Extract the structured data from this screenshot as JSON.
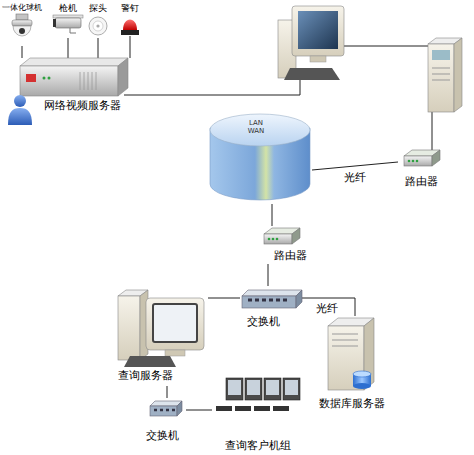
{
  "diagram": {
    "nodes": [
      {
        "text": [
          "一体化球机"
        ]
      },
      {
        "text": [
          "枪机"
        ]
      },
      {
        "text": [
          "探头"
        ]
      },
      {
        "text": [
          "警钉"
        ]
      },
      {
        "text": [
          "网络视频服务器"
        ]
      },
      {
        "text": [
          "LAN WAN"
        ]
      },
      {
        "text": [
          "路由器"
        ]
      },
      {
        "text": [
          "路由器"
        ]
      },
      {
        "text": [
          "交换机"
        ]
      },
      {
        "text": [
          "查询服务器"
        ]
      },
      {
        "text": [
          "数据库服务器"
        ]
      },
      {
        "text": [
          "交换机"
        ]
      },
      {
        "text": [
          "查询客户机组"
        ]
      }
    ],
    "edges": [
      {
        "from": 0,
        "to": 4,
        "arrow": "none"
      },
      {
        "from": 1,
        "to": 4,
        "arrow": "none"
      },
      {
        "from": 2,
        "to": 4,
        "arrow": "none"
      },
      {
        "from": 3,
        "to": 4,
        "arrow": "none"
      },
      {
        "from": 5,
        "to": 6,
        "label": "光纤",
        "arrow": "none"
      },
      {
        "from": 5,
        "to": 7,
        "arrow": "none"
      },
      {
        "from": 7,
        "to": 8,
        "arrow": "none"
      },
      {
        "from": 8,
        "to": 9,
        "arrow": "none"
      },
      {
        "from": 8,
        "to": 10,
        "label": "光纤",
        "arrow": "none"
      },
      {
        "from": 9,
        "to": 11,
        "arrow": "none"
      },
      {
        "from": 11,
        "to": 12,
        "arrow": "none"
      }
    ]
  }
}
